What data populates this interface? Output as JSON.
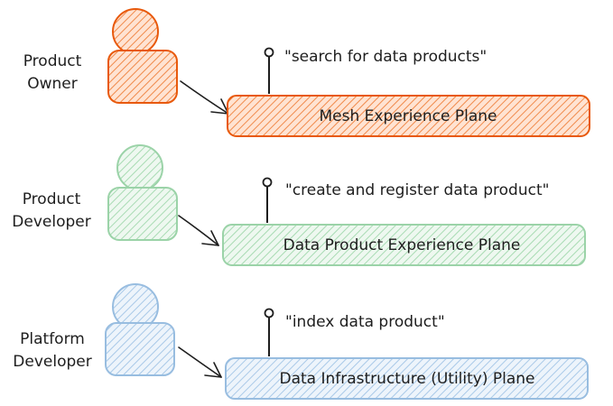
{
  "colors": {
    "owner": "#e8590c",
    "owner_fill": "#ffc9a9",
    "developer": "#9bd3a8",
    "developer_fill": "#d7f0dc",
    "platform": "#98bde0",
    "platform_fill": "#d6e6f5",
    "ink": "#1e1e1e"
  },
  "rows": [
    {
      "role": [
        "Product",
        "Owner"
      ],
      "plane": "Mesh Experience Plane",
      "quote": "\"search for data products\"",
      "theme": "owner"
    },
    {
      "role": [
        "Product",
        "Developer"
      ],
      "plane": "Data Product Experience Plane",
      "quote": "\"create and register data product\"",
      "theme": "developer"
    },
    {
      "role": [
        "Platform",
        "Developer"
      ],
      "plane": "Data Infrastructure (Utility) Plane",
      "quote": "\"index data product\"",
      "theme": "platform"
    }
  ]
}
